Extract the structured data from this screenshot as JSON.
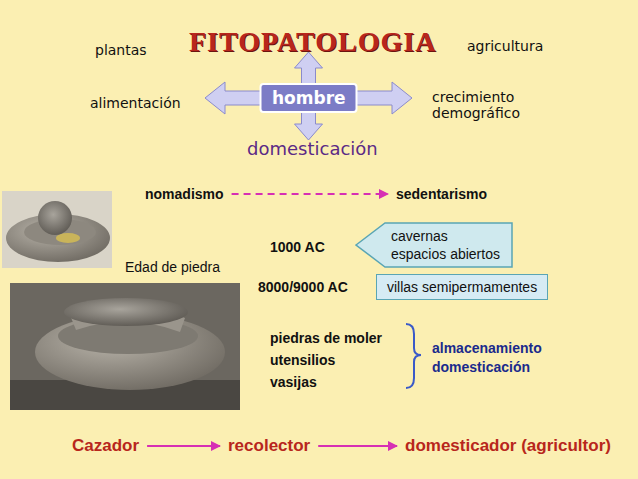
{
  "diagram": {
    "title": "FITOPATOLOGIA",
    "nodes": [
      {
        "text": [
          "hombre"
        ]
      },
      {
        "text": [
          "nomadismo"
        ]
      },
      {
        "text": [
          "sedentarismo"
        ]
      },
      {
        "text": [
          "cavernas espacios abiertos"
        ]
      },
      {
        "text": [
          "villas semipermamentes"
        ]
      },
      {
        "text": [
          "Cazador"
        ]
      },
      {
        "text": [
          "recolector"
        ]
      },
      {
        "text": [
          "domesticador (agricultor)"
        ]
      }
    ],
    "edges": [
      {
        "from": 1,
        "to": 2,
        "arrow": "to"
      },
      {
        "from": 5,
        "to": 6,
        "arrow": "to"
      },
      {
        "from": 6,
        "to": 7,
        "arrow": "to"
      }
    ],
    "labels": [
      "plantas",
      "agricultura",
      "alimentación",
      "crecimiento demográfico",
      "domesticación",
      "Edad de piedra",
      "1000 AC",
      "8000/9000 AC",
      "piedras de moler",
      "utensilios",
      "vasijas",
      "almacenamiento",
      "domesticación"
    ]
  }
}
